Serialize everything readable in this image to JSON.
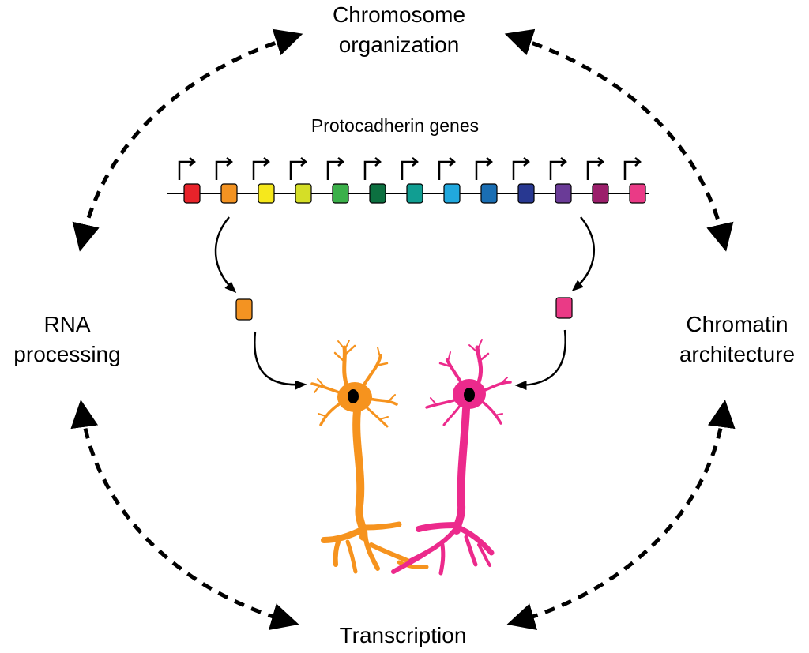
{
  "labels": {
    "top": [
      "Chromosome",
      "organization"
    ],
    "left": [
      "RNA",
      "processing"
    ],
    "right": [
      "Chromatin",
      "architecture"
    ],
    "bottom": "Transcription",
    "genes_title": "Protocadherin genes"
  },
  "gene_colors": [
    "#e8232a",
    "#f39322",
    "#f6e81c",
    "#d5de27",
    "#3bb04a",
    "#0c7040",
    "#119e92",
    "#21a8de",
    "#1a6eb3",
    "#283891",
    "#6a3b97",
    "#9b1f6b",
    "#ea3a86"
  ],
  "neurons": {
    "left_color": "#f6931e",
    "right_color": "#ec2a8c",
    "left_gene_index": 1,
    "right_gene_index": 12
  }
}
